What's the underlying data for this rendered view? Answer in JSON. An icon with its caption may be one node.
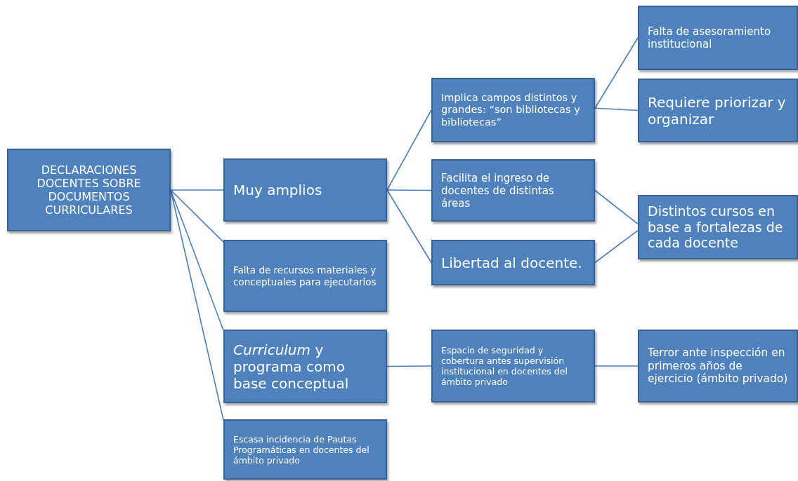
{
  "diagram": {
    "nodes": [
      {
        "text": [
          "DECLARACIONES DOCENTES SOBRE DOCUMENTOS CURRICULARES"
        ]
      },
      {
        "text": [
          "Muy amplios"
        ]
      },
      {
        "text": [
          "Falta de recursos materiales y conceptuales para ejecutarlos"
        ]
      },
      {
        "text": [
          "*Curriculum* y programa como base conceptual"
        ]
      },
      {
        "text": [
          "Escasa incidencia de Pautas Programáticas en docentes del ámbito privado"
        ]
      },
      {
        "text": [
          "Implica campos distintos y grandes: “son bibliotecas y bibliotecas”"
        ]
      },
      {
        "text": [
          "Facilita el ingreso de docentes de distintas áreas"
        ]
      },
      {
        "text": [
          "Libertad al docente."
        ]
      },
      {
        "text": [
          "Espacio de seguridad y cobertura antes supervisión institucional en docentes del ámbito privado"
        ]
      },
      {
        "text": [
          "Falta de asesoramiento institucional"
        ]
      },
      {
        "text": [
          "Requiere priorizar y organizar"
        ]
      },
      {
        "text": [
          "Distintos cursos en base a fortalezas de cada docente"
        ]
      },
      {
        "text": [
          "Terror ante inspección en primeros años de ejercicio (ámbito privado)"
        ]
      }
    ],
    "edges": [
      {
        "from": 0,
        "to": 1,
        "arrow": "none"
      },
      {
        "from": 0,
        "to": 2,
        "arrow": "none"
      },
      {
        "from": 0,
        "to": 3,
        "arrow": "none"
      },
      {
        "from": 0,
        "to": 4,
        "arrow": "none"
      },
      {
        "from": 1,
        "to": 5,
        "arrow": "none"
      },
      {
        "from": 1,
        "to": 6,
        "arrow": "none"
      },
      {
        "from": 1,
        "to": 7,
        "arrow": "none"
      },
      {
        "from": 5,
        "to": 9,
        "arrow": "none"
      },
      {
        "from": 5,
        "to": 10,
        "arrow": "none"
      },
      {
        "from": 6,
        "to": 11,
        "arrow": "none"
      },
      {
        "from": 7,
        "to": 11,
        "arrow": "none"
      },
      {
        "from": 3,
        "to": 8,
        "arrow": "none"
      },
      {
        "from": 8,
        "to": 12,
        "arrow": "none"
      }
    ]
  }
}
